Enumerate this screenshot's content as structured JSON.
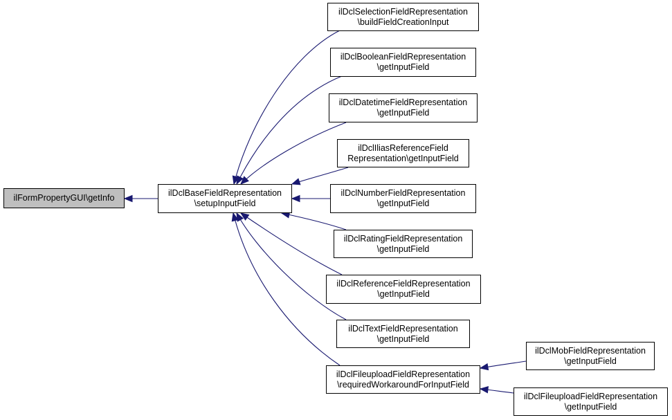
{
  "colors": {
    "edge": "#191970",
    "node_border": "#000000",
    "root_fill": "#bfbfbf",
    "node_fill": "#ffffff"
  },
  "nodes": {
    "root": {
      "lines": [
        "ilFormPropertyGUI\\getInfo"
      ]
    },
    "base": {
      "lines": [
        "ilDclBaseFieldRepresentation",
        "\\setupInputField"
      ]
    },
    "selection": {
      "lines": [
        "ilDclSelectionFieldRepresentation",
        "\\buildFieldCreationInput"
      ]
    },
    "boolean": {
      "lines": [
        "ilDclBooleanFieldRepresentation",
        "\\getInputField"
      ]
    },
    "datetime": {
      "lines": [
        "ilDclDatetimeFieldRepresentation",
        "\\getInputField"
      ]
    },
    "iliasref": {
      "lines": [
        "ilDclIliasReferenceField",
        "Representation\\getInputField"
      ]
    },
    "number": {
      "lines": [
        "ilDclNumberFieldRepresentation",
        "\\getInputField"
      ]
    },
    "rating": {
      "lines": [
        "ilDclRatingFieldRepresentation",
        "\\getInputField"
      ]
    },
    "reference": {
      "lines": [
        "ilDclReferenceFieldRepresentation",
        "\\getInputField"
      ]
    },
    "text": {
      "lines": [
        "ilDclTextFieldRepresentation",
        "\\getInputField"
      ]
    },
    "fileupload": {
      "lines": [
        "ilDclFileuploadFieldRepresentation",
        "\\requiredWorkaroundForInputField"
      ]
    },
    "mob": {
      "lines": [
        "ilDclMobFieldRepresentation",
        "\\getInputField"
      ]
    },
    "fileupload2": {
      "lines": [
        "ilDclFileuploadFieldRepresentation",
        "\\getInputField"
      ]
    }
  },
  "edges": [
    [
      "base",
      "root"
    ],
    [
      "selection",
      "base"
    ],
    [
      "boolean",
      "base"
    ],
    [
      "datetime",
      "base"
    ],
    [
      "iliasref",
      "base"
    ],
    [
      "number",
      "base"
    ],
    [
      "rating",
      "base"
    ],
    [
      "reference",
      "base"
    ],
    [
      "text",
      "base"
    ],
    [
      "fileupload",
      "base"
    ],
    [
      "mob",
      "fileupload"
    ],
    [
      "fileupload2",
      "fileupload"
    ]
  ]
}
